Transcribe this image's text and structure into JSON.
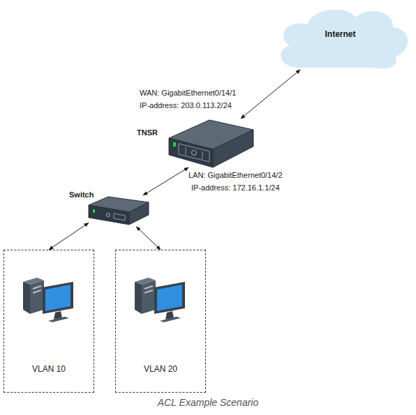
{
  "diagram": {
    "caption": "ACL Example Scenario",
    "nodes": [
      {
        "text": [
          "Internet"
        ]
      },
      {
        "text": [
          "TNSR"
        ]
      },
      {
        "text": [
          "Switch"
        ]
      },
      {
        "text": [
          "VLAN 10"
        ]
      },
      {
        "text": [
          "VLAN 20"
        ]
      }
    ],
    "edges": [
      {
        "from": 0,
        "to": 1,
        "arrow": "both"
      },
      {
        "from": 1,
        "to": 2,
        "arrow": "both"
      },
      {
        "from": 2,
        "to": 3,
        "arrow": "both"
      },
      {
        "from": 2,
        "to": 4,
        "arrow": "both"
      }
    ],
    "labels": [
      "WAN: GigabitEthernet0/14/1",
      "IP-address: 203.0.113.2/24",
      "LAN: GigabitEthernet0/14/2",
      "IP-address: 172.16.1.1/24"
    ]
  }
}
